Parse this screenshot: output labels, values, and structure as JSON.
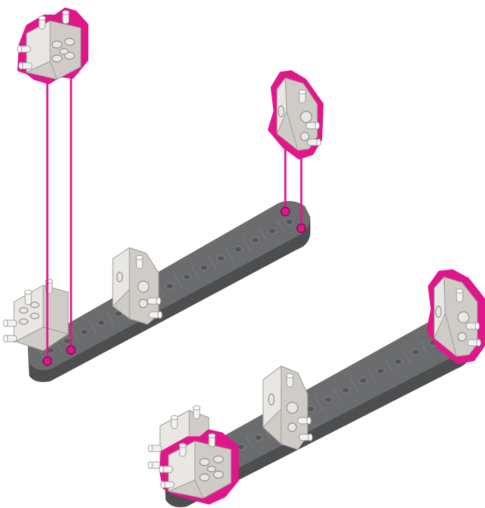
{
  "diagram": {
    "kind": "assembly-step-illustration",
    "colors": {
      "background": "#ffffff",
      "beam_top": "#6b6c6e",
      "beam_side": "#4d4e50",
      "beam_hole": "#555658",
      "beam_rib": "#7e7f81",
      "block_face": "#e9e7e3",
      "block_side": "#cfccc7",
      "block_edge": "#9b9892",
      "highlight": "#e0168a"
    },
    "parts": [
      {
        "id": "beam-upper",
        "type": "gray-beam"
      },
      {
        "id": "beam-lower",
        "type": "gray-beam"
      },
      {
        "id": "corner-connector",
        "type": "white-block",
        "highlighted": true
      },
      {
        "id": "angle-connector",
        "type": "white-block",
        "highlighted": true
      }
    ],
    "guide_lines": 4,
    "insertion_points": 4
  }
}
